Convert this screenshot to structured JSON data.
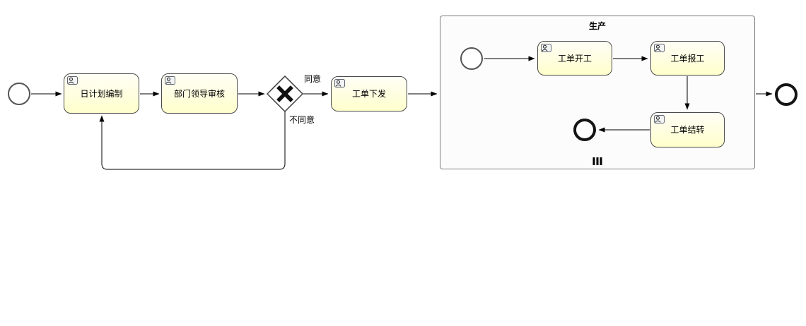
{
  "diagram": {
    "tasks": [
      {
        "id": "daily-plan-compile",
        "label": "日计划编制"
      },
      {
        "id": "dept-leader-review",
        "label": "部门领导审核"
      },
      {
        "id": "work-order-issue",
        "label": "工单下发"
      },
      {
        "id": "work-order-start",
        "label": "工单开工"
      },
      {
        "id": "work-order-report",
        "label": "工单报工"
      },
      {
        "id": "work-order-carryover",
        "label": "工单结转"
      }
    ],
    "flow_labels": {
      "agree": "同意",
      "disagree": "不同意"
    },
    "subprocess": {
      "title": "生产",
      "marker": "multi-instance"
    },
    "gateway": {
      "type": "exclusive-xor"
    },
    "colors": {
      "task_fill_top": "#fffef6",
      "task_fill_bottom": "#ffffcc",
      "task_border": "#4a4a4a",
      "line": "#000000",
      "subprocess_border": "#7d7d7d",
      "subprocess_fill": "#fcfcfc"
    }
  }
}
